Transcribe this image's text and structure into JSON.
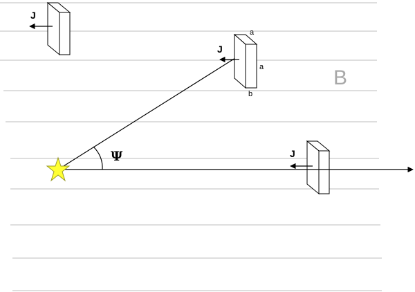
{
  "labels": {
    "current_symbol": "J",
    "field_symbol": "B",
    "angle_symbol": "Ψ",
    "dimension_a": "a",
    "dimension_b": "b"
  },
  "colors": {
    "background": "#ffffff",
    "field_lines": "#bdbdbd",
    "field_label": "#a8a8a8",
    "ink": "#000000",
    "star_fill": "#ffff33",
    "star_stroke": "#9a9a2a"
  },
  "icons": {
    "source": "star-icon",
    "current_direction": "arrow-left-icon"
  }
}
